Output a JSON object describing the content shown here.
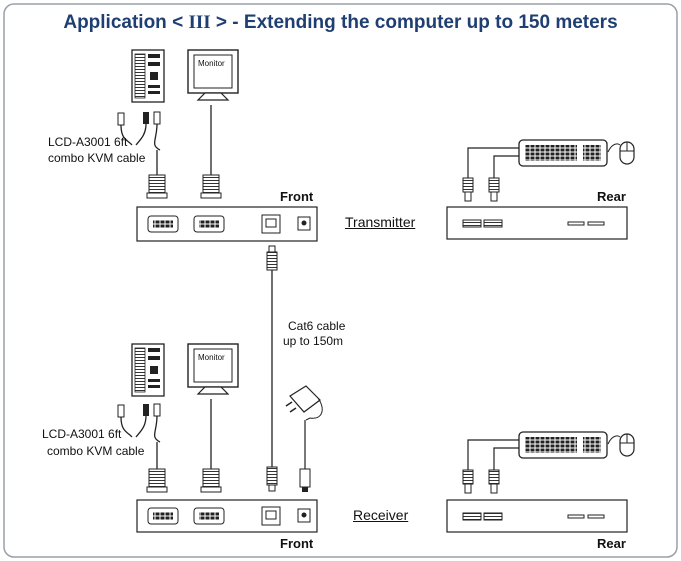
{
  "title": {
    "prefix": "Application  < ",
    "roman": "III",
    "suffix": " >  -  Extending the computer up to 150 meters"
  },
  "labels": {
    "monitor_top": "Monitor",
    "monitor_bottom": "Monitor",
    "cable_top_line1": "LCD-A3001 6ft",
    "cable_top_line2": "combo KVM cable",
    "cable_bottom_line1": "LCD-A3001 6ft",
    "cable_bottom_line2": "combo KVM cable",
    "front_top": "Front",
    "front_bottom": "Front",
    "rear_top": "Rear",
    "rear_bottom": "Rear",
    "transmitter": "Transmitter",
    "receiver": "Receiver",
    "cat6_line1": "Cat6 cable",
    "cat6_line2": "up to 150m"
  },
  "colors": {
    "title": "#1f3f73",
    "border": "#9aa0a8",
    "line": "#222222"
  }
}
